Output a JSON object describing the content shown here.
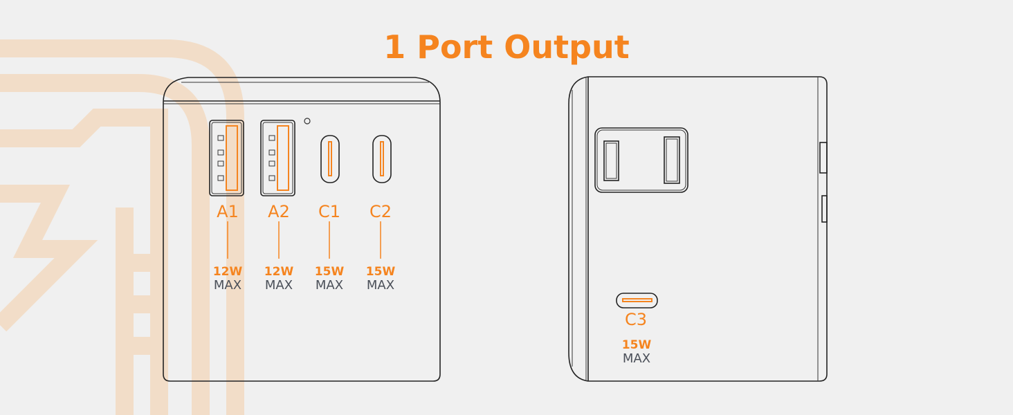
{
  "title": "1 Port Output",
  "colors": {
    "accent": "#f5841f",
    "background": "#f0f0f0",
    "outline": "#222222",
    "text_gray": "#4a4f58"
  },
  "front_view": {
    "ports": [
      {
        "label": "A1",
        "type": "usb-a",
        "power": "12W",
        "note": "MAX"
      },
      {
        "label": "A2",
        "type": "usb-a",
        "power": "12W",
        "note": "MAX"
      },
      {
        "label": "C1",
        "type": "usb-c",
        "power": "15W",
        "note": "MAX"
      },
      {
        "label": "C2",
        "type": "usb-c",
        "power": "15W",
        "note": "MAX"
      }
    ]
  },
  "side_view": {
    "outlet": "ac-outlet",
    "ports": [
      {
        "label": "C3",
        "type": "usb-c",
        "power": "15W",
        "note": "MAX"
      }
    ]
  }
}
